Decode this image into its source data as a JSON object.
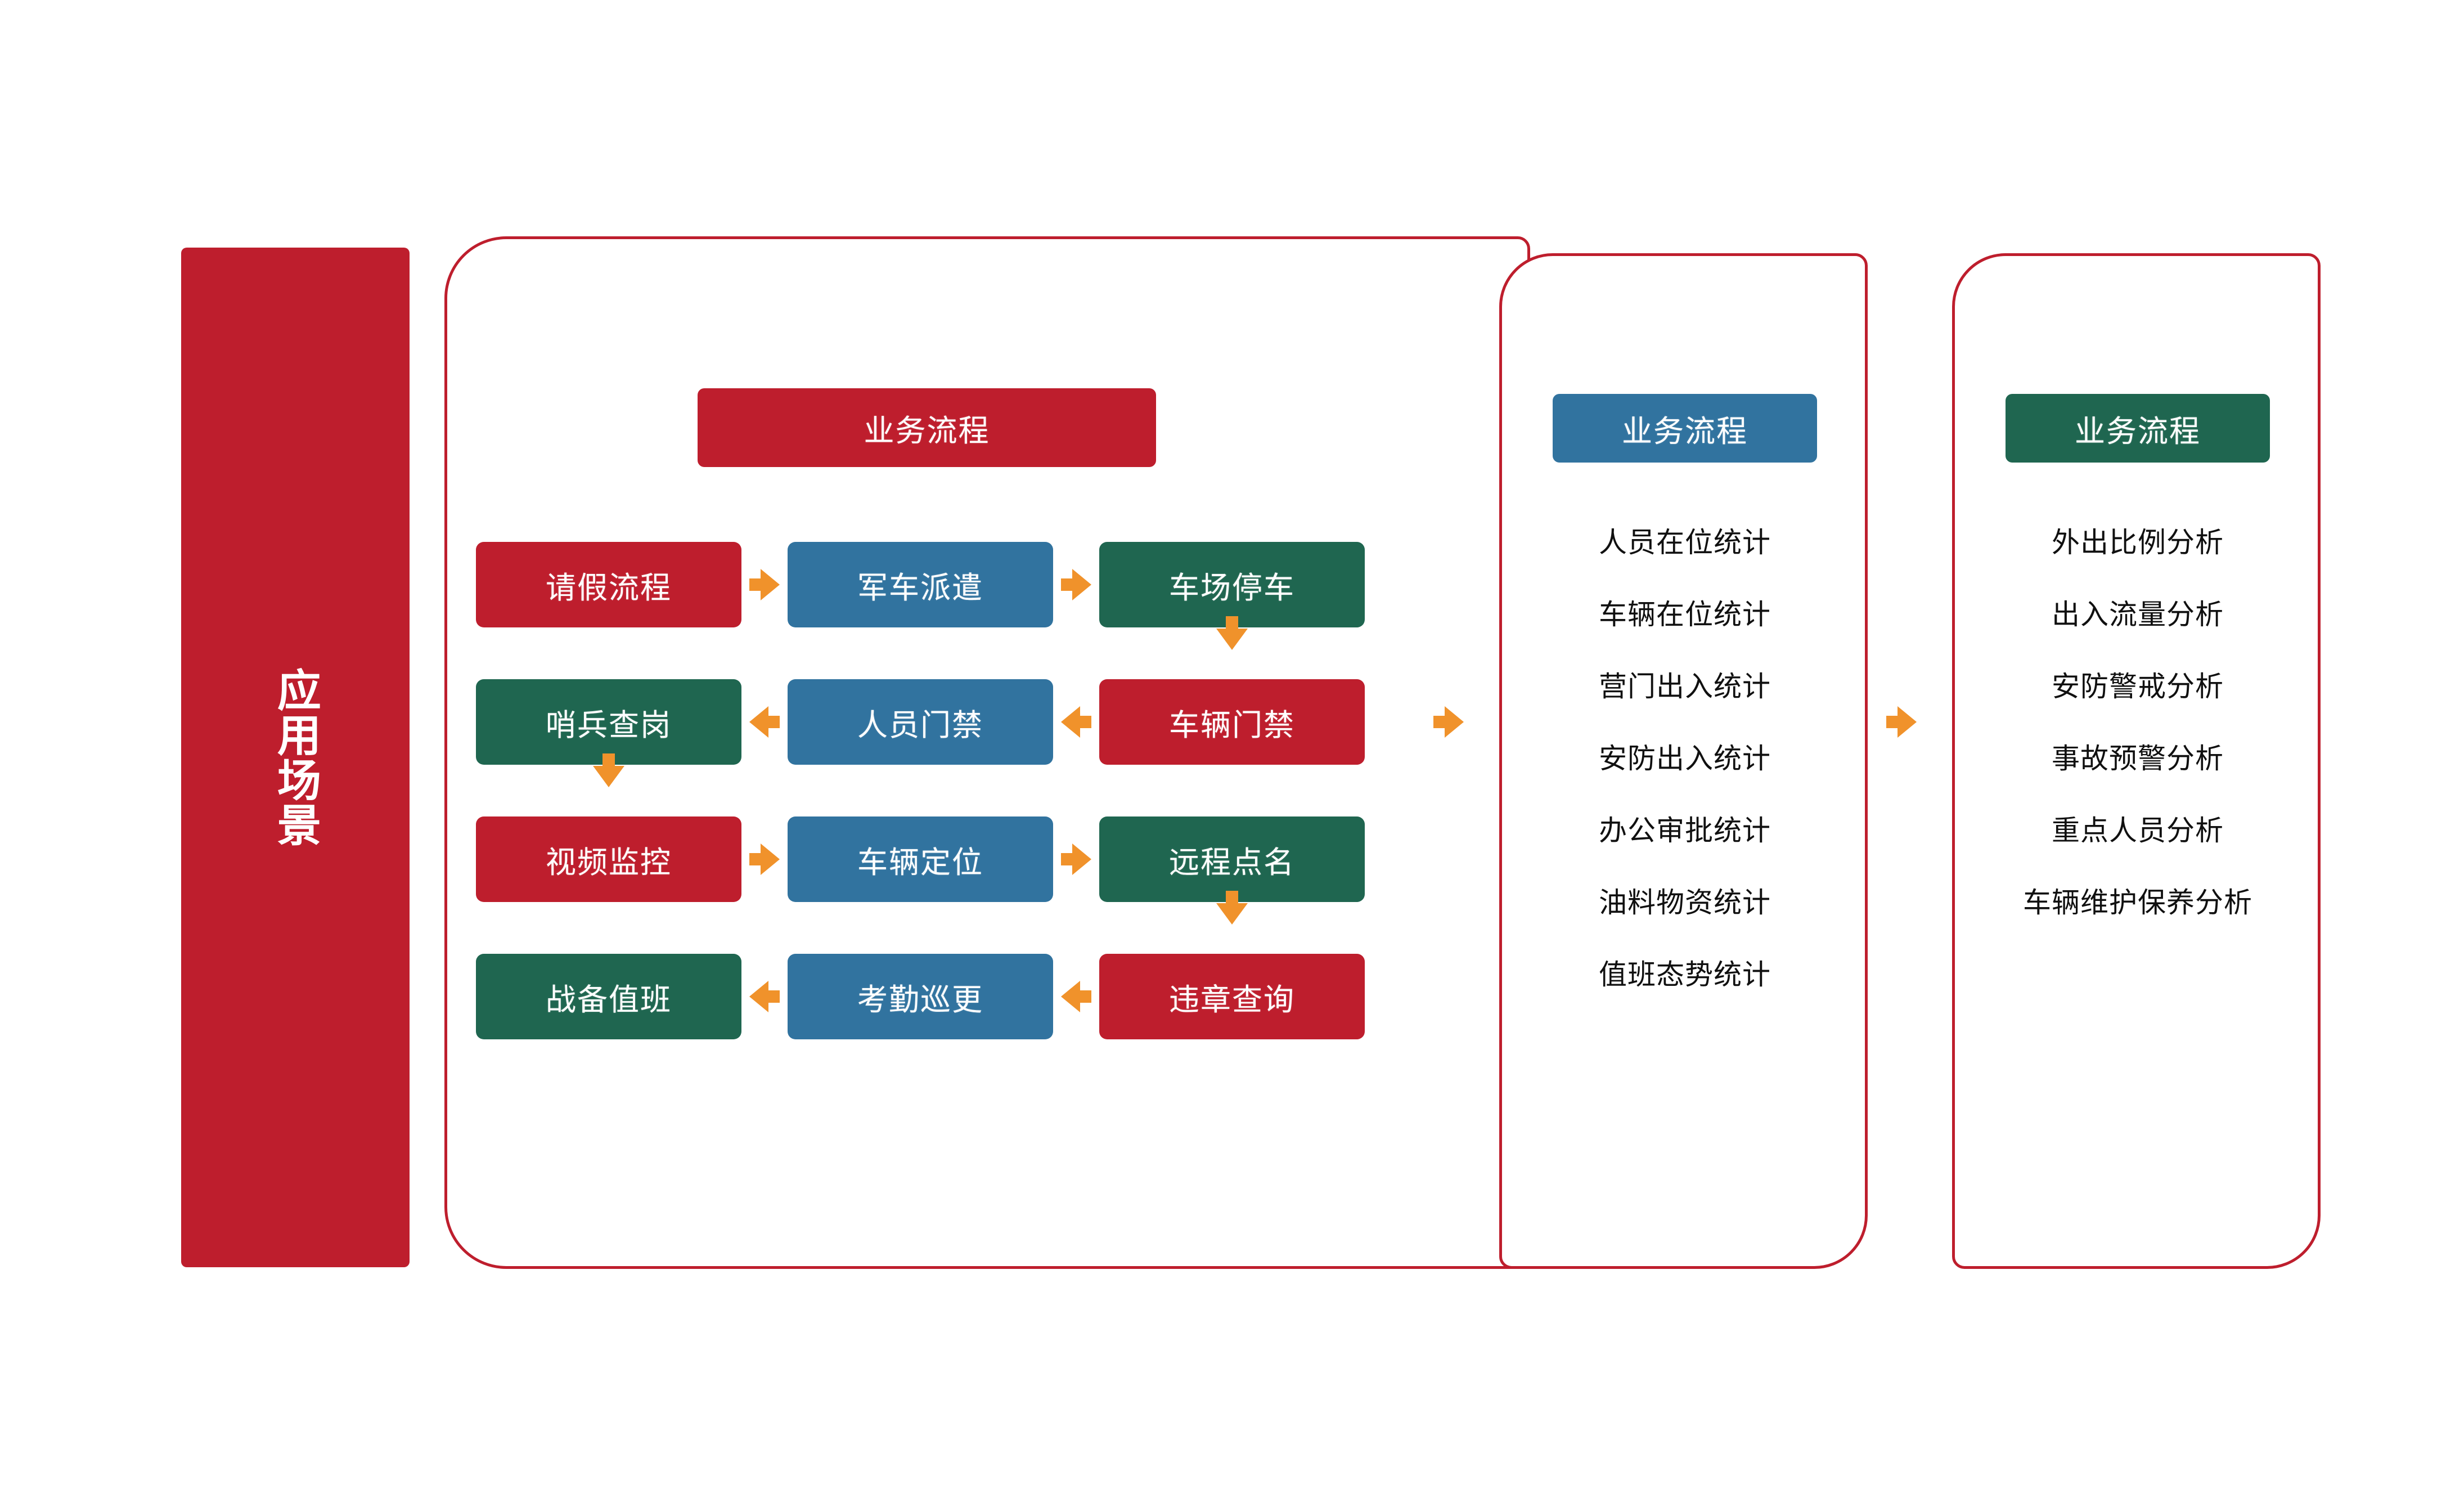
{
  "banner": {
    "label": "应用场景",
    "color": "#BE1E2D"
  },
  "palette": {
    "red": "#BE1E2D",
    "blue": "#31739F",
    "green": "#1F6650",
    "arrow_orange": "#F0922B",
    "panel_border": "#BE1E2D",
    "text_dark": "#101010",
    "text_light": "#FFFFFF"
  },
  "panels": [
    {
      "id": "panel-1",
      "header": "业务流程",
      "header_color": "#BE1E2D",
      "rows": [
        {
          "cells": [
            {
              "label": "请假流程",
              "color": "red"
            },
            {
              "label": "军车派遣",
              "color": "blue"
            },
            {
              "label": "车场停车",
              "color": "green"
            }
          ],
          "h_arrows": [
            "right",
            "right"
          ],
          "down_arrow_after": "col3"
        },
        {
          "cells": [
            {
              "label": "哨兵查岗",
              "color": "green"
            },
            {
              "label": "人员门禁",
              "color": "blue"
            },
            {
              "label": "车辆门禁",
              "color": "red"
            }
          ],
          "h_arrows": [
            "left",
            "left"
          ],
          "down_arrow_after": "col1"
        },
        {
          "cells": [
            {
              "label": "视频监控",
              "color": "red"
            },
            {
              "label": "车辆定位",
              "color": "blue"
            },
            {
              "label": "远程点名",
              "color": "green"
            }
          ],
          "h_arrows": [
            "right",
            "right"
          ],
          "down_arrow_after": "col3"
        },
        {
          "cells": [
            {
              "label": "战备值班",
              "color": "green"
            },
            {
              "label": "考勤巡更",
              "color": "blue"
            },
            {
              "label": "违章查询",
              "color": "red"
            }
          ],
          "h_arrows": [
            "left",
            "left"
          ],
          "down_arrow_after": null
        }
      ]
    },
    {
      "id": "panel-2",
      "header": "业务流程",
      "header_color": "#31739F",
      "items": [
        "人员在位统计",
        "车辆在位统计",
        "营门出入统计",
        "安防出入统计",
        "办公审批统计",
        "油料物资统计",
        "值班态势统计"
      ]
    },
    {
      "id": "panel-3",
      "header": "业务流程",
      "header_color": "#1F6650",
      "items": [
        "外出比例分析",
        "出入流量分析",
        "安防警戒分析",
        "事故预警分析",
        "重点人员分析",
        "车辆维护保养分析"
      ]
    }
  ],
  "connectors": {
    "panel1_to_panel2": "right-arrow",
    "panel2_to_panel3": "right-arrow"
  }
}
